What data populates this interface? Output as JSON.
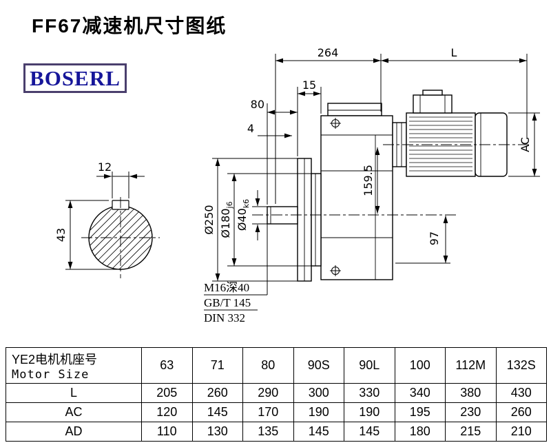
{
  "page": {
    "title": "FF67减速机尺寸图纸",
    "brand": "BOSERL",
    "brand_text_color": "#16169a",
    "brand_border_color": "#4a3f6d"
  },
  "drawing": {
    "dims": {
      "overall_length": "264",
      "motor_length": "L",
      "dim_15": "15",
      "shaft_length": "80",
      "dim_4": "4",
      "motor_diameter": "AC",
      "key_width": "12",
      "key_height": "43",
      "flange_diameter": "Ø250",
      "pilot_diameter": "Ø180",
      "pilot_fit": "j6",
      "shaft_diameter": "Ø40",
      "shaft_fit": "k6",
      "dim_159_5": "159.5",
      "dim_97": "97",
      "tapped_hole": "M16深40",
      "standard_gb": "GB/T 145",
      "standard_din": "DIN 332"
    }
  },
  "table": {
    "header_cn": "YE2电机机座号",
    "header_en": "Motor Size",
    "columns": [
      "63",
      "71",
      "80",
      "90S",
      "90L",
      "100",
      "112M",
      "132S"
    ],
    "rows": [
      {
        "label": "L",
        "values": [
          "205",
          "260",
          "290",
          "300",
          "330",
          "340",
          "380",
          "430"
        ]
      },
      {
        "label": "AC",
        "values": [
          "120",
          "145",
          "170",
          "190",
          "190",
          "195",
          "230",
          "260"
        ]
      },
      {
        "label": "AD",
        "values": [
          "110",
          "130",
          "135",
          "145",
          "145",
          "180",
          "215",
          "210"
        ]
      }
    ]
  }
}
